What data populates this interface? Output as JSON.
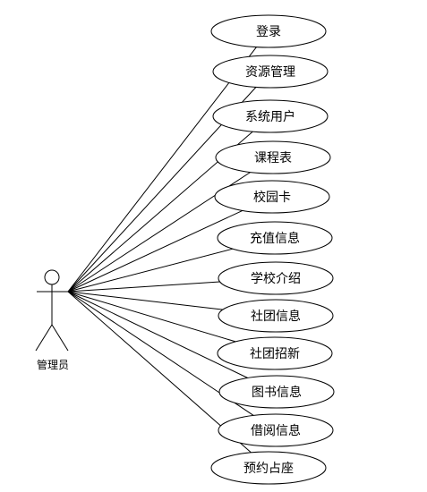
{
  "diagram": {
    "actor": {
      "label": "管理员"
    },
    "use_cases": [
      "登录",
      "资源管理",
      "系统用户",
      "课程表",
      "校园卡",
      "充值信息",
      "学校介绍",
      "社团信息",
      "社团招新",
      "图书信息",
      "借阅信息",
      "预约占座"
    ]
  },
  "colors": {
    "line": "#000000",
    "background": "#ffffff",
    "text": "#000000"
  }
}
